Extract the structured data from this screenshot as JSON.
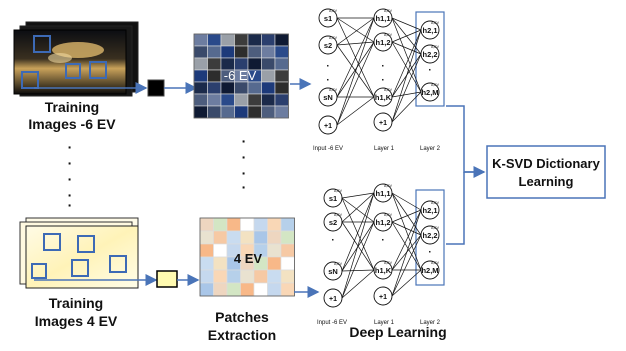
{
  "training_top": {
    "line1": "Training",
    "line2": "Images -6 EV"
  },
  "training_bottom": {
    "line1": "Training",
    "line2": "Images 4 EV"
  },
  "dots_left": [
    "·",
    "·",
    "·",
    "·",
    "·"
  ],
  "dots_mid": [
    "·",
    "·",
    "·",
    "·"
  ],
  "patch_top_label": "-6 EV",
  "patch_bottom_label": "4 EV",
  "patches_extraction": {
    "line1": "Patches",
    "line2": "Extraction"
  },
  "deep_learning": "Deep Learning",
  "ksvd": {
    "line1": "K-SVD Dictionary",
    "line2": "Learning"
  },
  "nn_top": {
    "inputs": [
      "s1",
      "s2",
      "·",
      "·",
      "sN",
      "+1"
    ],
    "layer1": [
      "h1,1",
      "h1,2",
      "·",
      "·",
      "h1,K",
      "+1"
    ],
    "layer2": [
      "h2,1",
      "h2,2",
      "·",
      "h2,M"
    ],
    "captions": [
      "Input -6 EV",
      "Layer 1",
      "Layer 2"
    ]
  },
  "nn_bottom": {
    "inputs": [
      "s1",
      "s2",
      "·",
      "sN",
      "+1"
    ],
    "layer1": [
      "h1,1",
      "h1,2",
      "·",
      "h1,K",
      "+1"
    ],
    "layer2": [
      "h2,1",
      "h2,2",
      "·",
      "h2,M"
    ],
    "captions": [
      "Input -6 EV",
      "Layer 1",
      "Layer 2"
    ]
  },
  "superscript": "A,EV",
  "colors": {
    "arrow": "#4a74b8",
    "box": "#4a74b8"
  }
}
